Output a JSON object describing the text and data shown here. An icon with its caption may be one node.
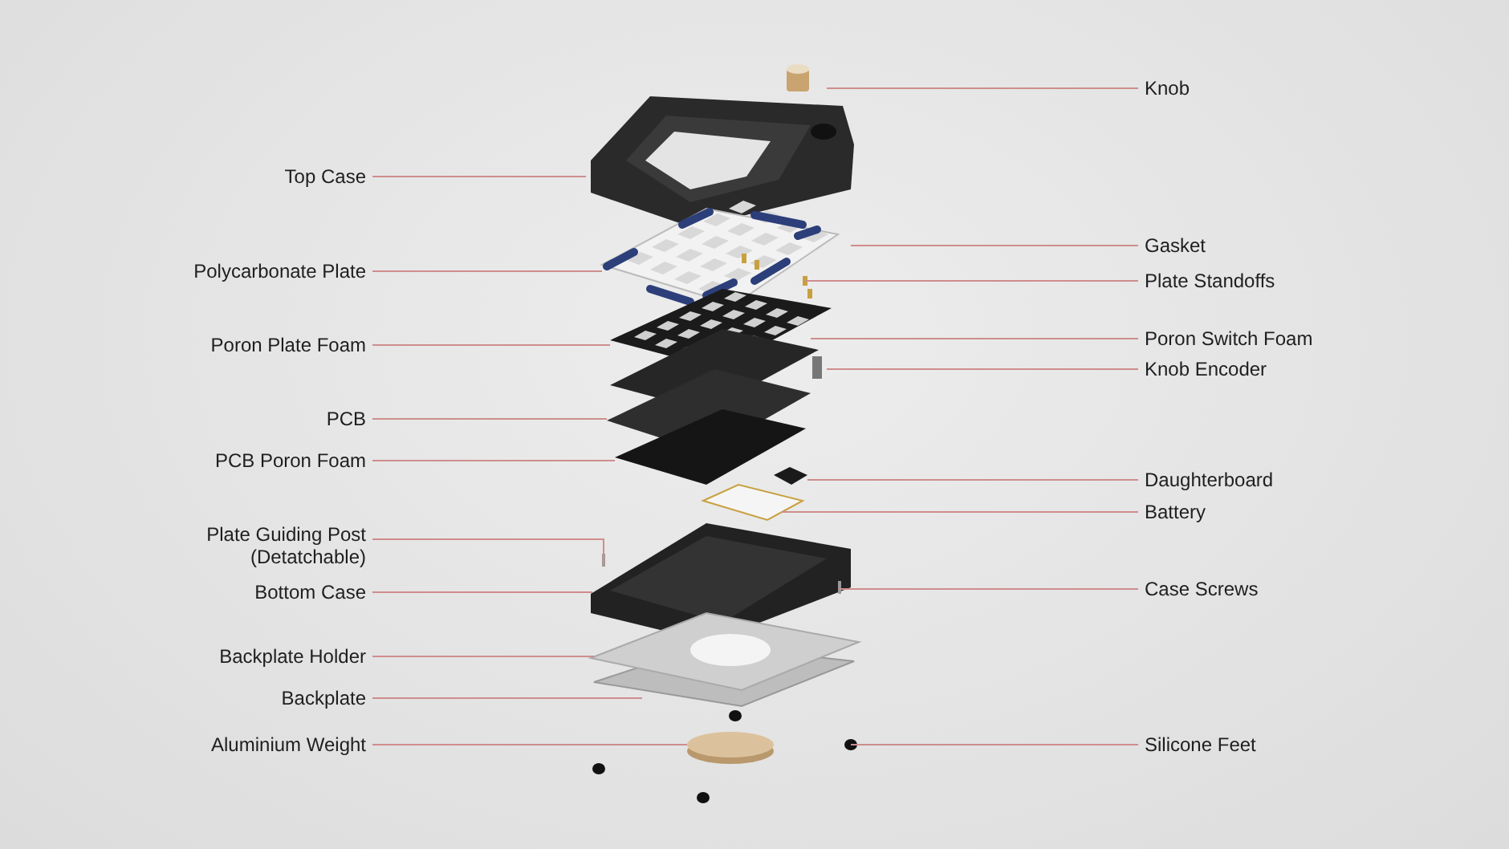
{
  "diagram": {
    "nodes": [
      {
        "text": [
          "Top Case"
        ]
      },
      {
        "text": [
          "Polycarbonate Plate"
        ]
      },
      {
        "text": [
          "Poron Plate Foam"
        ]
      },
      {
        "text": [
          "PCB"
        ]
      },
      {
        "text": [
          "PCB Poron Foam"
        ]
      },
      {
        "text": [
          "Plate Guiding Post (Detatchable)"
        ]
      },
      {
        "text": [
          "Bottom Case"
        ]
      },
      {
        "text": [
          "Backplate Holder"
        ]
      },
      {
        "text": [
          "Backplate"
        ]
      },
      {
        "text": [
          "Aluminium Weight"
        ]
      },
      {
        "text": [
          "Knob"
        ]
      },
      {
        "text": [
          "Gasket"
        ]
      },
      {
        "text": [
          "Plate Standoffs"
        ]
      },
      {
        "text": [
          "Poron Switch Foam"
        ]
      },
      {
        "text": [
          "Knob Encoder"
        ]
      },
      {
        "text": [
          "Daughterboard"
        ]
      },
      {
        "text": [
          "Battery"
        ]
      },
      {
        "text": [
          "Case Screws"
        ]
      },
      {
        "text": [
          "Silicone Feet"
        ]
      }
    ],
    "edges": [
      {
        "from": 0,
        "to": null,
        "arrow": "none"
      },
      {
        "from": 1,
        "to": null,
        "arrow": "none"
      },
      {
        "from": 2,
        "to": null,
        "arrow": "none"
      },
      {
        "from": 3,
        "to": null,
        "arrow": "none"
      },
      {
        "from": 4,
        "to": null,
        "arrow": "none"
      },
      {
        "from": 5,
        "to": null,
        "arrow": "none"
      },
      {
        "from": 6,
        "to": null,
        "arrow": "none"
      },
      {
        "from": 7,
        "to": null,
        "arrow": "none"
      },
      {
        "from": 8,
        "to": null,
        "arrow": "none"
      },
      {
        "from": 9,
        "to": null,
        "arrow": "none"
      },
      {
        "from": 10,
        "to": null,
        "arrow": "none"
      },
      {
        "from": 11,
        "to": null,
        "arrow": "none"
      },
      {
        "from": 12,
        "to": null,
        "arrow": "none"
      },
      {
        "from": 13,
        "to": null,
        "arrow": "none"
      },
      {
        "from": 14,
        "to": null,
        "arrow": "none"
      },
      {
        "from": 15,
        "to": null,
        "arrow": "none"
      },
      {
        "from": 16,
        "to": null,
        "arrow": "none"
      },
      {
        "from": 17,
        "to": null,
        "arrow": "none"
      },
      {
        "from": 18,
        "to": null,
        "arrow": "none"
      }
    ]
  }
}
